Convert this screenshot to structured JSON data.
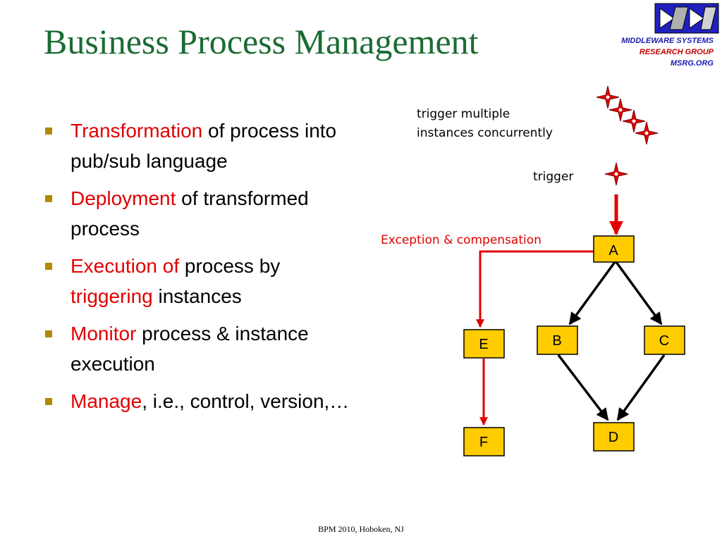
{
  "slide": {
    "title": "Business Process Management"
  },
  "logo": {
    "line1": "MIDDLEWARE SYSTEMS",
    "line2": "RESEARCH GROUP",
    "line3": "MSRG.ORG",
    "colors": {
      "blue": "#1a1ab0",
      "red": "#c00000"
    }
  },
  "bullets": [
    {
      "highlight": "Transformation",
      "rest": " of process into pub/sub language"
    },
    {
      "highlight": "Deployment",
      "rest": " of transformed process"
    },
    {
      "highlight": "Execution of",
      "rest": " process by ",
      "highlight2": "triggering",
      "rest2": " instances"
    },
    {
      "highlight": "Monitor",
      "rest": " process & instance execution"
    },
    {
      "highlight": "Manage",
      "rest": ", i.e., control, version,…"
    }
  ],
  "diagram": {
    "caption_multi_line1": "trigger multiple",
    "caption_multi_line2": "instances concurrently",
    "caption_trigger": "trigger",
    "caption_exception": "Exception & compensation",
    "nodes": {
      "a": "A",
      "b": "B",
      "c": "C",
      "d": "D",
      "e": "E",
      "f": "F"
    },
    "colors": {
      "node_fill": "#ffcc00",
      "arrow_red": "#e00000",
      "arrow_black": "#000000",
      "caption_red": "#e00000"
    },
    "icon": "red-star-icon"
  },
  "footer": "BPM 2010, Hoboken, NJ",
  "colors": {
    "title": "#1b6b34",
    "highlight": "#e00000",
    "bullet": "#b08a00"
  }
}
